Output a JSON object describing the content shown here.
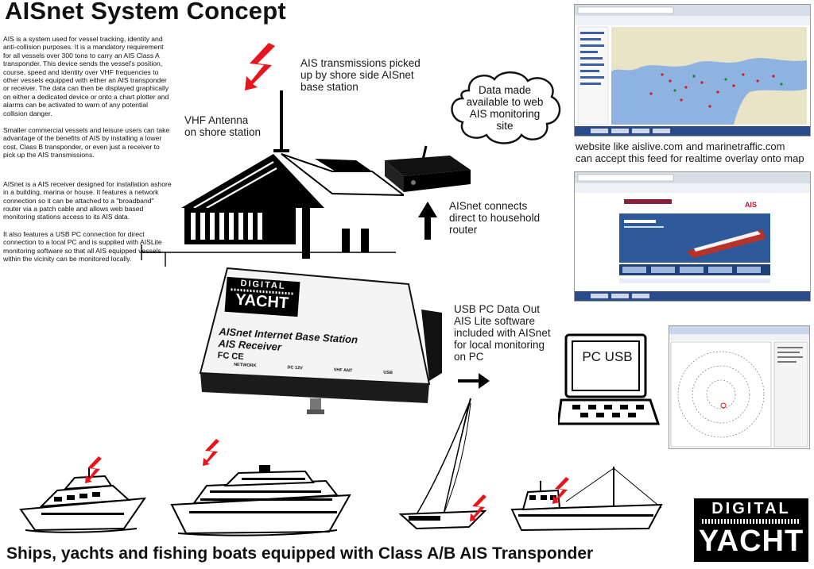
{
  "title": "AISnet System Concept",
  "intro_paragraphs": [
    "AIS is a system used for vessel tracking, identity and anti-collision purposes. It is a mandatory requirement for all vessels over 300 tons to carry an AIS Class A transponder. This device sends the vessel's position, course, speed and identity over VHF frequencies to other vessels equipped with either an AIS transponder or receiver. The data can then be displayed graphically on either a dedicated device or onto a chart plotter and alarms can be activated to warn of any potential collision danger.",
    "Smaller commercial vessels and leisure users can take advantage of the benefits of AIS by installing a lower cost, Class B transponder, or even just a receiver to pick up the AIS transmissions.",
    "AISnet is a AIS receiver designed for installation ashore in a building, marina or house. It features a network connection so it can be attached to a \"broadband\" router via a patch cable and allows web based monitoring stations access to its AIS data.",
    "It also features a USB PC connection for direct connection to a local PC and is supplied with AISLite monitoring software so that all AIS equipped vessels within the vicinity can be monitored locally."
  ],
  "labels": {
    "shore_pickup": [
      "AIS transmissions picked",
      "up by shore side AISnet",
      "base station"
    ],
    "vhf_antenna": [
      "VHF Antenna",
      "on shore station"
    ],
    "cloud": [
      "Data made",
      "available to web",
      "AIS monitoring",
      "site"
    ],
    "websites": [
      "website like aislive.com and marinetraffic.com",
      "can accept this feed for realtime overlay onto map"
    ],
    "router": [
      "AISnet connects",
      "direct to household",
      "router"
    ],
    "usb": [
      "USB PC Data Out",
      "AIS Lite software",
      "included with AISnet",
      "for local monitoring",
      "on PC"
    ],
    "pc_screen": "PC USB"
  },
  "device": {
    "brand_top": "DIGITAL",
    "brand_bottom": "YACHT",
    "name": "AISnet Internet Base Station",
    "subtitle": "AIS Receiver",
    "marks": "FC CE",
    "ports": [
      "NETWORK",
      "DC 12V",
      "VHF ANT",
      "USB"
    ]
  },
  "bottom_caption": "Ships, yachts and fishing boats equipped with Class A/B AIS Transponder",
  "logo": {
    "top": "DIGITAL",
    "bottom": "YACHT"
  },
  "colors": {
    "lightning": "#e8141b",
    "text": "#111111",
    "map_sea": "#8fb3e0",
    "map_land": "#e9e4c8"
  }
}
